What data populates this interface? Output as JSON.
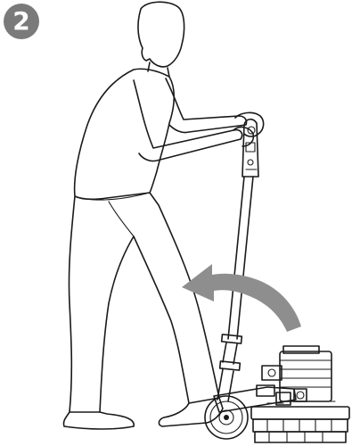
{
  "step": {
    "number": "2"
  },
  "colors": {
    "badge": "#7a7a7a",
    "arrow": "#8e8e8e",
    "line": "#1a1a1a"
  },
  "icons": {
    "badge": "step-number-circle",
    "arrow": "curved-tilt-back-arrow",
    "machine": "floor-grinder-machine",
    "person": "operator-figure"
  }
}
